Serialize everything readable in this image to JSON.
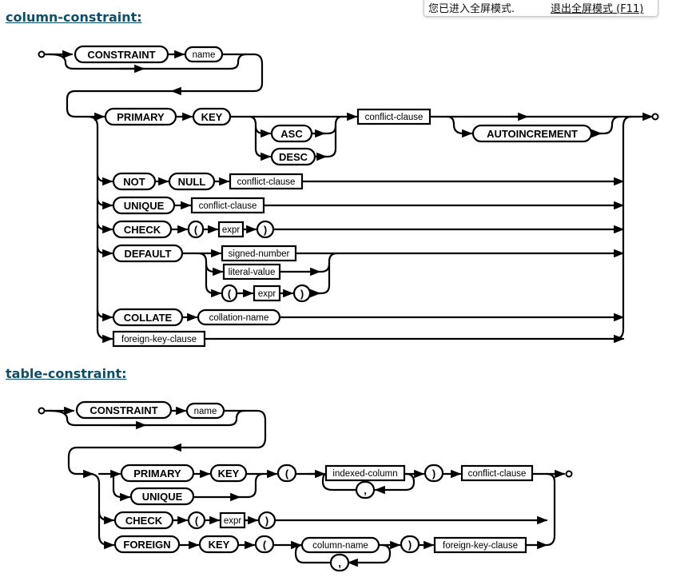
{
  "colors": {
    "heading": "#0d4f6a",
    "line": "#000000",
    "background": "#ffffff"
  },
  "fullscreen_notice": {
    "message": "您已进入全屏模式.",
    "exit_label": "退出全屏模式 (F11)"
  },
  "column_constraint": {
    "heading": "column-constraint:",
    "constraint_kw": "CONSTRAINT",
    "name_ref": "name",
    "primary_kw": "PRIMARY",
    "key_kw": "KEY",
    "asc_kw": "ASC",
    "desc_kw": "DESC",
    "conflict_clause_ref": "conflict-clause",
    "autoincrement_kw": "AUTOINCREMENT",
    "not_kw": "NOT",
    "null_kw": "NULL",
    "unique_kw": "UNIQUE",
    "check_kw": "CHECK",
    "open_paren": "(",
    "close_paren": ")",
    "expr_ref": "expr",
    "default_kw": "DEFAULT",
    "signed_number_ref": "signed-number",
    "literal_value_ref": "literal-value",
    "collate_kw": "COLLATE",
    "collation_name_ref": "collation-name",
    "foreign_key_clause_ref": "foreign-key-clause"
  },
  "table_constraint": {
    "heading": "table-constraint:",
    "constraint_kw": "CONSTRAINT",
    "name_ref": "name",
    "primary_kw": "PRIMARY",
    "key_kw": "KEY",
    "unique_kw": "UNIQUE",
    "open_paren": "(",
    "close_paren": ")",
    "indexed_column_ref": "indexed-column",
    "comma": ",",
    "conflict_clause_ref": "conflict-clause",
    "check_kw": "CHECK",
    "expr_ref": "expr",
    "foreign_kw": "FOREIGN",
    "column_name_ref": "column-name",
    "foreign_key_clause_ref": "foreign-key-clause"
  }
}
